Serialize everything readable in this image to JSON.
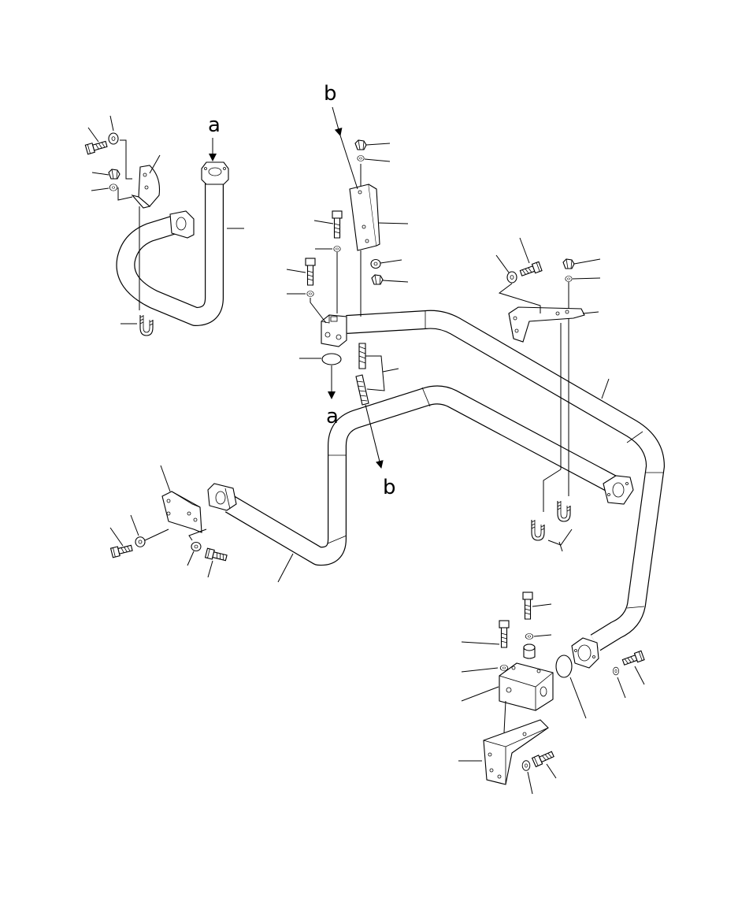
{
  "diagram": {
    "callouts": [
      {
        "id": "a-top",
        "text": "a"
      },
      {
        "id": "a-mid",
        "text": "a"
      },
      {
        "id": "b-top",
        "text": "b"
      },
      {
        "id": "b-mid",
        "text": "b"
      }
    ],
    "icons": [
      "pipe-icon",
      "bracket-icon",
      "bolt-icon",
      "washer-icon",
      "nut-icon",
      "u-bolt-icon",
      "o-ring-icon",
      "block-icon"
    ]
  }
}
